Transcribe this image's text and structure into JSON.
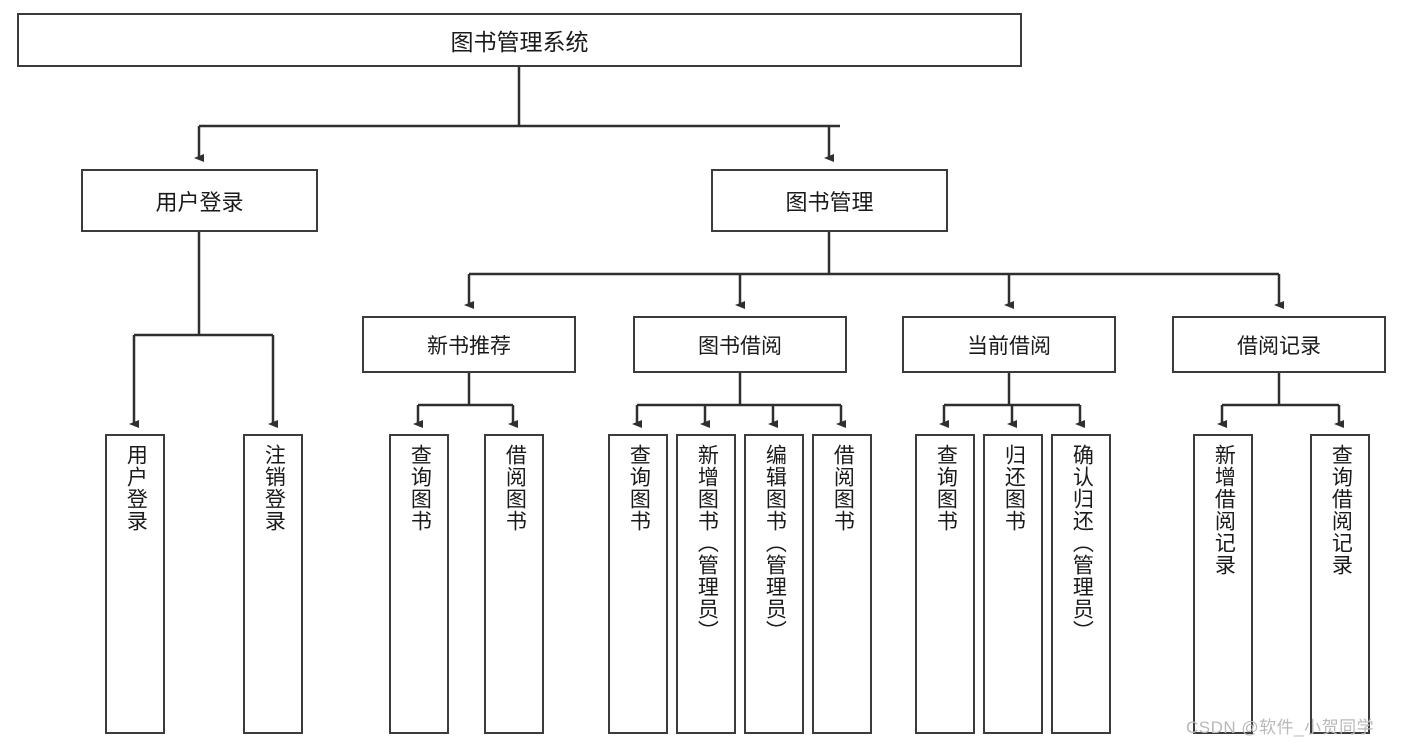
{
  "diagram": {
    "title": "图书管理系统",
    "type": "功能结构图",
    "root": {
      "label": "图书管理系统"
    },
    "level1": [
      {
        "key": "user_login",
        "label": "用户登录"
      },
      {
        "key": "book_manage",
        "label": "图书管理"
      }
    ],
    "level2": [
      {
        "key": "new_book_rec",
        "label": "新书推荐",
        "parent": "book_manage"
      },
      {
        "key": "book_borrow",
        "label": "图书借阅",
        "parent": "book_manage"
      },
      {
        "key": "current_borrow",
        "label": "当前借阅",
        "parent": "book_manage"
      },
      {
        "key": "borrow_record",
        "label": "借阅记录",
        "parent": "book_manage"
      }
    ],
    "leaves": [
      {
        "key": "leaf_user_login",
        "label": "用户登录",
        "parent": "user_login"
      },
      {
        "key": "leaf_user_logout",
        "label": "注销登录",
        "parent": "user_login"
      },
      {
        "key": "leaf_query_book_1",
        "label": "查询图书",
        "parent": "new_book_rec"
      },
      {
        "key": "leaf_borrow_book_1",
        "label": "借阅图书",
        "parent": "new_book_rec"
      },
      {
        "key": "leaf_query_book_2",
        "label": "查询图书",
        "parent": "book_borrow"
      },
      {
        "key": "leaf_add_book",
        "label": "新增图书（管理员）",
        "parent": "book_borrow"
      },
      {
        "key": "leaf_edit_book",
        "label": "编辑图书（管理员）",
        "parent": "book_borrow"
      },
      {
        "key": "leaf_borrow_book_2",
        "label": "借阅图书",
        "parent": "book_borrow"
      },
      {
        "key": "leaf_query_book_3",
        "label": "查询图书",
        "parent": "current_borrow"
      },
      {
        "key": "leaf_return_book",
        "label": "归还图书",
        "parent": "current_borrow"
      },
      {
        "key": "leaf_confirm_return",
        "label": "确认归还（管理员）",
        "parent": "current_borrow"
      },
      {
        "key": "leaf_add_record",
        "label": "新增借阅记录",
        "parent": "borrow_record"
      },
      {
        "key": "leaf_query_record",
        "label": "查询借阅记录",
        "parent": "borrow_record"
      }
    ],
    "watermark": "CSDN @软件_小贺同学",
    "colors": {
      "box_border": "#3b3b3b",
      "box_fill": "#ffffff",
      "connector": "#2f2f2f",
      "text": "#1a1a1a",
      "watermark": "#b9b9b9"
    }
  }
}
